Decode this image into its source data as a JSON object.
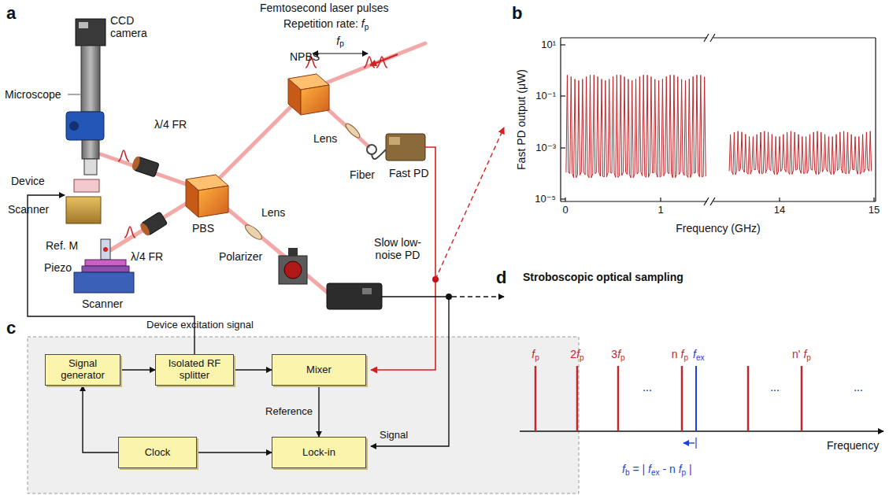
{
  "diagram": {
    "nodes": [
      {
        "text": [
          "Signal generator"
        ]
      },
      {
        "text": [
          "Isolated RF splitter"
        ]
      },
      {
        "text": [
          "Mixer"
        ]
      },
      {
        "text": [
          "Clock"
        ]
      },
      {
        "text": [
          "Lock-in"
        ]
      }
    ],
    "edges": [
      {
        "from": 0,
        "to": 1,
        "arrow": "to"
      },
      {
        "from": 1,
        "to": 2,
        "arrow": "to"
      },
      {
        "from": 2,
        "to": 4,
        "label": "Reference",
        "arrow": "to"
      },
      {
        "from": 3,
        "to": 0,
        "arrow": "to"
      },
      {
        "from": 3,
        "to": 4,
        "arrow": "to"
      }
    ],
    "labels": [
      "a",
      "Femtosecond laser pulses",
      "Repetition rate: fp",
      "fp",
      "CCD camera",
      "Microscope",
      "Device",
      "Scanner",
      "λ/4 FR",
      "NPBS",
      "PBS",
      "Lens",
      "Fiber",
      "Fast PD",
      "Ref. M",
      "Piezo",
      "Scanner",
      "λ/4 FR",
      "Polarizer",
      "Lens",
      "Slow low-noise PD",
      "Device excitation signal",
      "c",
      "Signal",
      "b",
      "Fast PD output (μW)",
      "10¹",
      "10⁻¹",
      "10⁻³",
      "10⁻⁵",
      "0",
      "1",
      "14",
      "15",
      "Frequency (GHz)",
      "d",
      "Stroboscopic optical sampling",
      "fp",
      "2fp",
      "3fp",
      "n fp",
      "fex",
      "...",
      "...",
      "n' fp",
      "...",
      "fb = | fex - n fp |",
      "Frequency"
    ]
  }
}
